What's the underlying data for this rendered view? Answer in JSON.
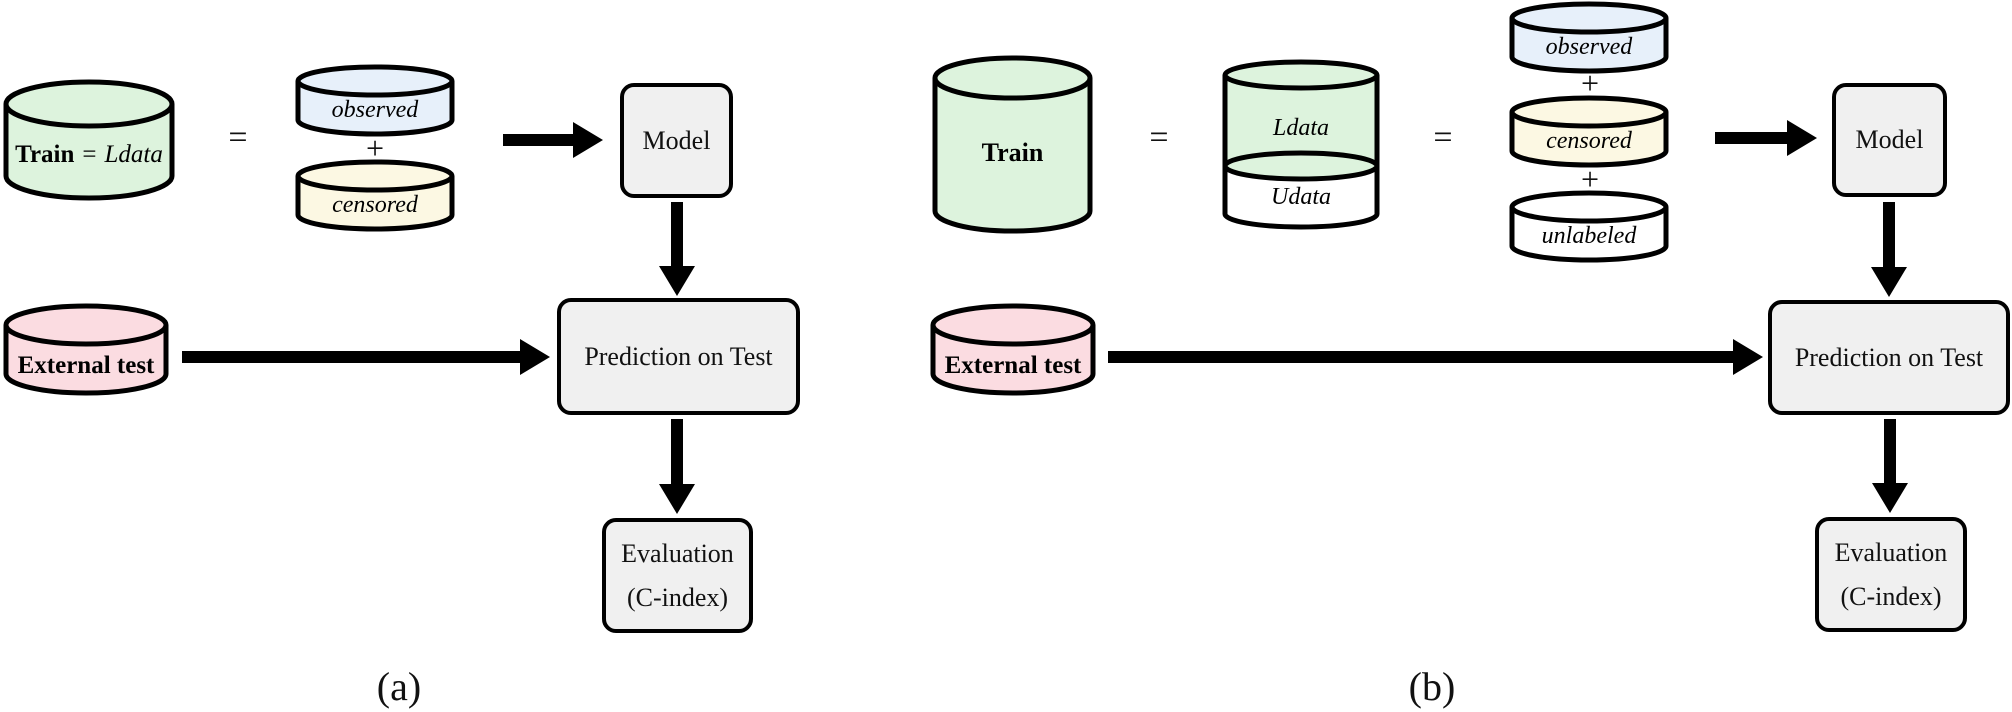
{
  "colors": {
    "green": "#ddf3dd",
    "blue": "#e7f0fa",
    "cream": "#fcf8e3",
    "pink": "#fbdce1",
    "white": "#ffffff",
    "box_grey": "#f0f0f0",
    "stroke": "#000000"
  },
  "panel_a": {
    "caption": "(a)",
    "train": {
      "bold": "Train",
      "eq": "=",
      "italic": "Ldata"
    },
    "equals": "=",
    "plus": "+",
    "observed_label": "observed",
    "censored_label": "censored",
    "model_label": "Model",
    "external_label": "External test",
    "prediction_label": "Prediction on Test",
    "evaluation_line1": "Evaluation",
    "evaluation_line2": "(C-index)"
  },
  "panel_b": {
    "caption": "(b)",
    "train_label": "Train",
    "equals1": "=",
    "equals2": "=",
    "plus1": "+",
    "plus2": "+",
    "stacked": {
      "top_label": "Ldata",
      "bottom_label": "Udata"
    },
    "observed_label": "observed",
    "censored_label": "censored",
    "unlabeled_label": "unlabeled",
    "model_label": "Model",
    "external_label": "External test",
    "prediction_label": "Prediction on Test",
    "evaluation_line1": "Evaluation",
    "evaluation_line2": "(C-index)"
  }
}
